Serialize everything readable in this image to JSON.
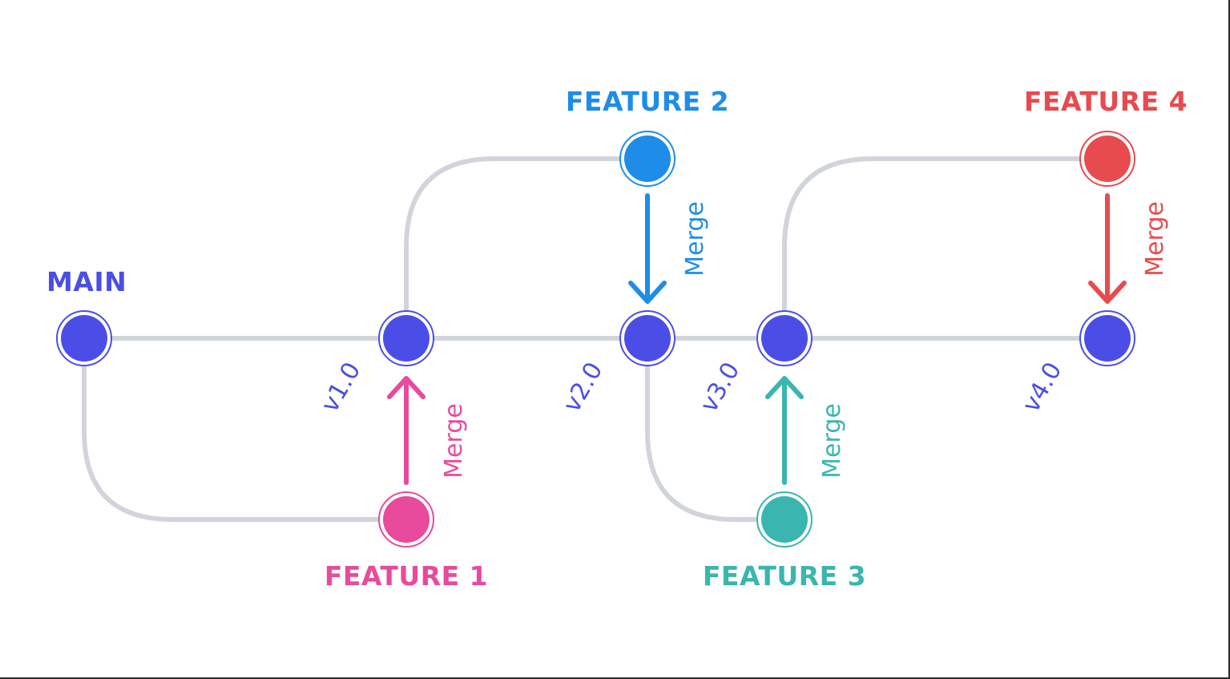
{
  "colors": {
    "main": "#4b4ee6",
    "feature1": "#e84a9c",
    "feature2": "#1e8de8",
    "feature3": "#3ab5b0",
    "feature4": "#e84b4e",
    "track": "#d1d5db"
  },
  "branches": {
    "main": "MAIN",
    "feature1": "FEATURE 1",
    "feature2": "FEATURE 2",
    "feature3": "FEATURE 3",
    "feature4": "FEATURE 4"
  },
  "versions": [
    "v1.0",
    "v2.0",
    "v3.0",
    "v4.0"
  ],
  "merge_label": "Merge",
  "merges": [
    {
      "from": "FEATURE 1",
      "to": "v1.0",
      "label": "Merge"
    },
    {
      "from": "FEATURE 2",
      "to": "v2.0",
      "label": "Merge"
    },
    {
      "from": "FEATURE 3",
      "to": "v3.0",
      "label": "Merge"
    },
    {
      "from": "FEATURE 4",
      "to": "v4.0",
      "label": "Merge"
    }
  ]
}
